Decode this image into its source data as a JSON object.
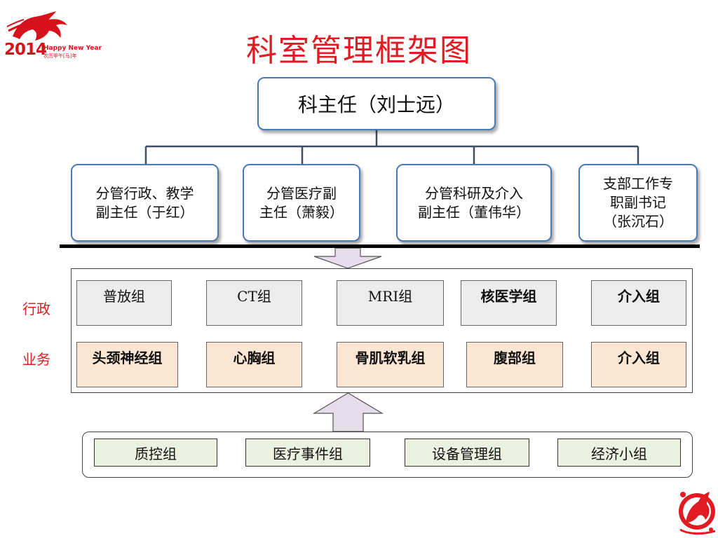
{
  "logo": {
    "year": "2014",
    "greeting": "Happy New Year",
    "lunar": "农历甲午[马]年"
  },
  "title": "科室管理框架图",
  "chief": "科主任（刘士远）",
  "deputies": [
    {
      "line1": "分管行政、教学",
      "line2": "副主任（于红）",
      "line3": ""
    },
    {
      "line1": "分管医疗副",
      "line2": "主任（萧毅）",
      "line3": ""
    },
    {
      "line1": "分管科研及介入",
      "line2": "副主任（董伟华）",
      "line3": ""
    },
    {
      "line1": "支部工作专",
      "line2": "职副书记",
      "line3": "（张沉石）"
    }
  ],
  "rows": {
    "admin_label": "行政",
    "business_label": "业务",
    "admin": [
      "普放组",
      "CT组",
      "MRI组",
      "核医学组",
      "介入组"
    ],
    "business": [
      "头颈神经组",
      "心胸组",
      "骨肌软乳组",
      "腹部组",
      "介入组"
    ]
  },
  "support_groups": [
    "质控组",
    "医疗事件组",
    "设备管理组",
    "经济小组"
  ],
  "colors": {
    "title": "#e01b22",
    "box_border": "#4a7ab5",
    "admin_fill": "#ececec",
    "business_fill": "#fbe6d4",
    "support_fill": "#ebf1de",
    "arrow_fill": "#e6dcea"
  }
}
